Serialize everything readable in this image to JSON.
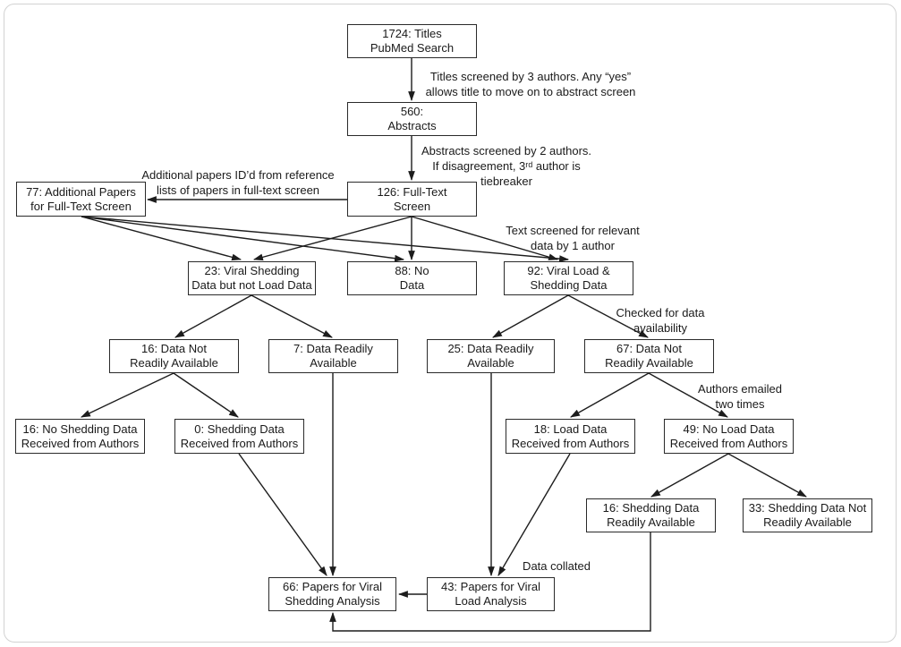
{
  "colors": {
    "background": "#ffffff",
    "frame_border": "#d2d2d2",
    "box_border": "#2a2a2a",
    "line": "#1d1d1d",
    "text": "#1a1a1a"
  },
  "nodes": {
    "titles": {
      "label": "1724: Titles\nPubMed Search"
    },
    "abstracts": {
      "label": "560:\nAbstracts"
    },
    "additional_papers": {
      "label": "77: Additional Papers\nfor Full-Text Screen"
    },
    "full_text": {
      "label": "126: Full-Text\nScreen"
    },
    "shedding_not_load": {
      "label": "23: Viral Shedding\nData but not Load Data"
    },
    "no_data": {
      "label": "88: No\nData"
    },
    "load_and_shedding": {
      "label": "92: Viral Load &\nShedding Data"
    },
    "shed_not_readily": {
      "label": "16: Data Not\nReadily Available"
    },
    "shed_readily": {
      "label": "7: Data Readily\nAvailable"
    },
    "load_readily": {
      "label": "25: Data Readily\nAvailable"
    },
    "load_not_readily": {
      "label": "67: Data Not\nReadily Available"
    },
    "no_shedding_received": {
      "label": "16: No Shedding Data\nReceived from Authors"
    },
    "shedding_received": {
      "label": "0: Shedding Data\nReceived from Authors"
    },
    "load_received": {
      "label": "18: Load Data\nReceived from Authors"
    },
    "no_load_received": {
      "label": "49: No Load Data\nReceived from Authors"
    },
    "shedding_readily_after_email": {
      "label": "16: Shedding Data\nReadily Available"
    },
    "shedding_not_readily_after_email": {
      "label": "33: Shedding Data Not\nReadily Available"
    },
    "shedding_analysis": {
      "label": "66: Papers for Viral\nShedding Analysis"
    },
    "load_analysis": {
      "label": "43: Papers for Viral\nLoad Analysis"
    }
  },
  "annotations": {
    "titles_screened": {
      "text": "Titles screened by 3 authors. Any “yes”\nallows title to move on to abstract screen"
    },
    "abstracts_screened": {
      "text": "Abstracts screened by 2 authors.\nIf disagreement, 3ʳᵈ author is\ntiebreaker"
    },
    "additional_papers_note": {
      "text": "Additional papers ID’d from reference\nlists of papers in full-text screen"
    },
    "text_screened": {
      "text": "Text screened for relevant\ndata by 1 author"
    },
    "checked_availability": {
      "text": "Checked for data\navailability"
    },
    "authors_emailed": {
      "text": "Authors emailed\ntwo times"
    },
    "data_collated": {
      "text": "Data collated"
    }
  }
}
